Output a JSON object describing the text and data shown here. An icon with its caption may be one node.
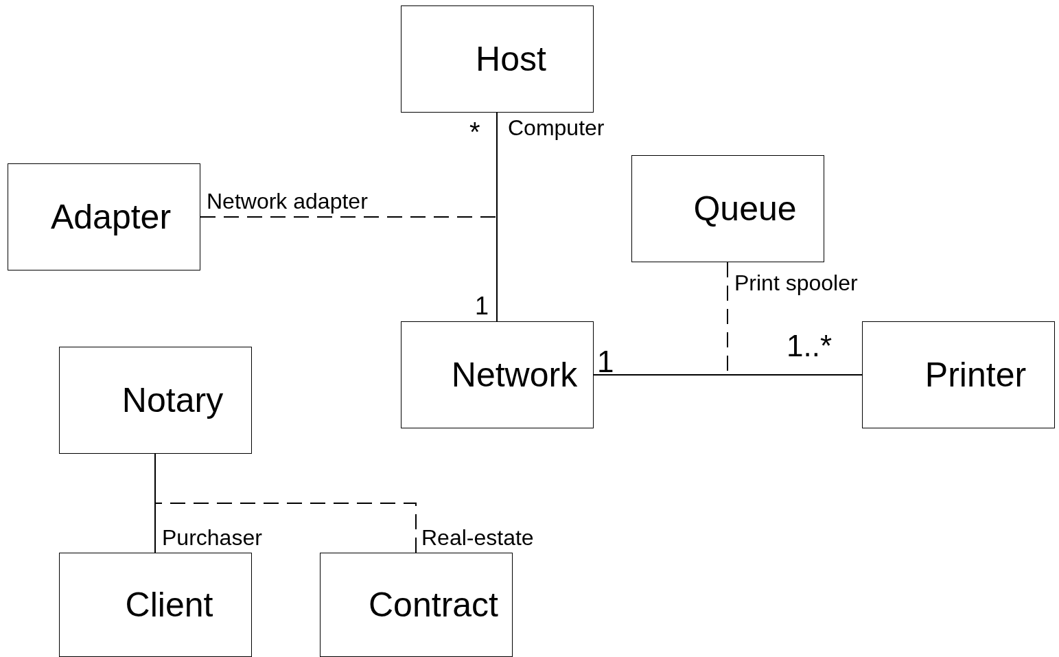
{
  "diagram": {
    "nodes": [
      {
        "text": [
          "Host"
        ]
      },
      {
        "text": [
          "Adapter"
        ]
      },
      {
        "text": [
          "Queue"
        ]
      },
      {
        "text": [
          "Network"
        ]
      },
      {
        "text": [
          "Printer"
        ]
      },
      {
        "text": [
          "Notary"
        ]
      },
      {
        "text": [
          "Client"
        ]
      },
      {
        "text": [
          "Contract"
        ]
      }
    ],
    "edges": [
      {
        "from": 0,
        "to": 3,
        "arrow": "none"
      },
      {
        "from": 1,
        "to": null,
        "arrow": "none",
        "style": "dashed",
        "label": "Network adapter"
      },
      {
        "from": 3,
        "to": 4,
        "arrow": "none"
      },
      {
        "from": 2,
        "to": null,
        "arrow": "none",
        "style": "dashed",
        "label": "Print spooler"
      },
      {
        "from": 5,
        "to": 6,
        "arrow": "none"
      },
      {
        "from": 7,
        "to": null,
        "arrow": "none",
        "style": "dashed"
      }
    ],
    "labels": [
      "*",
      "Computer",
      "1",
      "1",
      "1..*",
      "Purchaser",
      "Real-estate"
    ]
  }
}
